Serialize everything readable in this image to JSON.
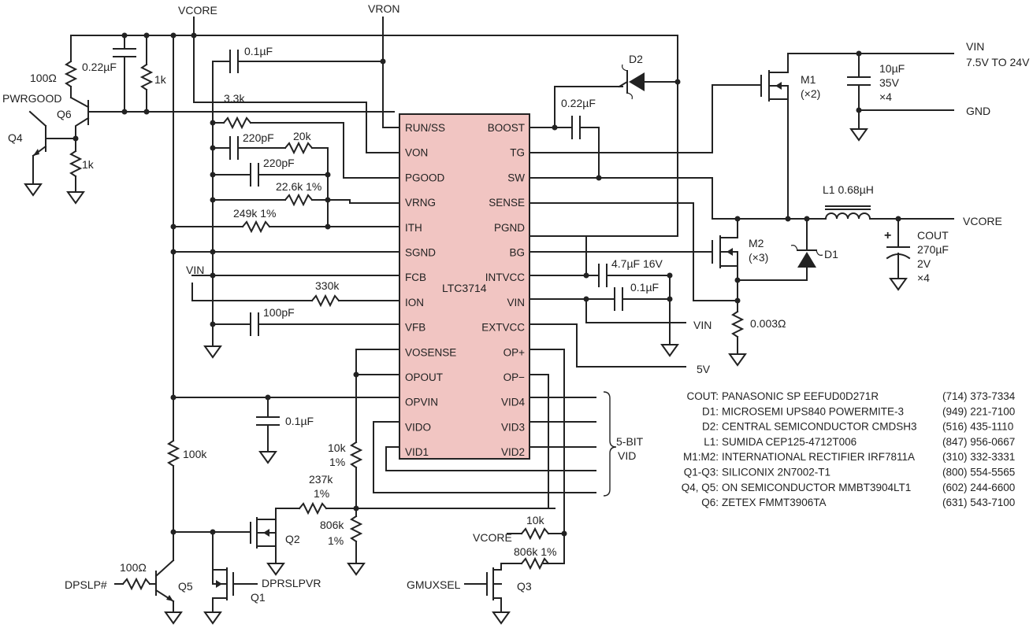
{
  "ic": {
    "name": "LTC3714",
    "fill": "#f1c5c2",
    "left_pins": [
      "RUN/SS",
      "VON",
      "PGOOD",
      "VRNG",
      "ITH",
      "SGND",
      "FCB",
      "ION",
      "VFB",
      "VOSENSE",
      "OPOUT",
      "OPVIN",
      "VIDO",
      "VID1"
    ],
    "right_pins": [
      "BOOST",
      "TG",
      "SW",
      "SENSE",
      "PGND",
      "BG",
      "INTVCC",
      "VIN",
      "EXTVCC",
      "OP+",
      "OP−",
      "VID4",
      "VID3",
      "VID2"
    ]
  },
  "rails": {
    "vcore": "VCORE",
    "vron": "VRON",
    "vin_in": "VIN",
    "vin_range": "7.5V TO 24V",
    "gnd": "GND",
    "vcore_out": "VCORE",
    "vin_side": "VIN",
    "vin_low": "VIN",
    "five_v": "5V",
    "vcore_low": "VCORE"
  },
  "parts": {
    "c_top": "0.1µF",
    "r_100_top": "100Ω",
    "c_022_left": "0.22µF",
    "r_1k_top": "1k",
    "pwrgood": "PWRGOOD",
    "q6": "Q6",
    "q4": "Q4",
    "r_1k_bot": "1k",
    "r_33k": "3.3k",
    "c_220p_a": "220pF",
    "r_20k": "20k",
    "c_220p_b": "220pF",
    "r_226k": "22.6k 1%",
    "r_249k": "249k 1%",
    "r_330k": "330k",
    "c_100p": "100pF",
    "c_01_opvin": "0.1µF",
    "r_100k": "100k",
    "r_10k_a": "10k",
    "r_10k_a2": "1%",
    "r_237k": "237k",
    "r_237k2": "1%",
    "r_806k": "806k",
    "r_806k2": "1%",
    "q2": "Q2",
    "q5": "Q5",
    "r_100_dpslp": "100Ω",
    "dpslp": "DPSLP#",
    "dprslpvr": "DPRSLPVR",
    "q1": "Q1",
    "r_10k_b": "10k",
    "r_806k_b": "806k 1%",
    "gmuxsel": "GMUXSEL",
    "q3": "Q3",
    "d2": "D2",
    "c_022_boost": "0.22µF",
    "m1": "M1",
    "m1_qty": "(×2)",
    "cin": "10µF",
    "cin_v": "35V",
    "cin_qty": "×4",
    "l1": "L1  0.68µH",
    "cout": "COUT",
    "cout_val": "270µF",
    "cout_v": "2V",
    "cout_qty": "×4",
    "m2": "M2",
    "m2_qty": "(×3)",
    "d1": "D1",
    "c_47": "4.7µF 16V",
    "c_01_vin": "0.1µF",
    "r_sense": "0.003Ω",
    "vid_bus": "5-BIT",
    "vid_bus2": "VID"
  },
  "bom": [
    {
      "ref": "COUT:",
      "desc": "PANASONIC SP EEFUD0D271R",
      "phone": "(714) 373-7334"
    },
    {
      "ref": "D1:",
      "desc": "MICROSEMI UPS840 POWERMITE-3",
      "phone": "(949) 221-7100"
    },
    {
      "ref": "D2:",
      "desc": "CENTRAL SEMICONDUCTOR CMDSH3",
      "phone": "(516) 435-1110"
    },
    {
      "ref": "L1:",
      "desc": "SUMIDA CEP125-4712T006",
      "phone": "(847) 956-0667"
    },
    {
      "ref": "M1:M2:",
      "desc": "INTERNATIONAL RECTIFIER IRF7811A",
      "phone": "(310) 332-3331"
    },
    {
      "ref": "Q1-Q3:",
      "desc": "SILICONIX 2N7002-T1",
      "phone": "(800) 554-5565"
    },
    {
      "ref": "Q4, Q5:",
      "desc": "ON SEMICONDUCTOR MMBT3904LT1",
      "phone": "(602) 244-6600"
    },
    {
      "ref": "Q6:",
      "desc": "ZETEX FMMT3906TA",
      "phone": "(631) 543-7100"
    }
  ]
}
